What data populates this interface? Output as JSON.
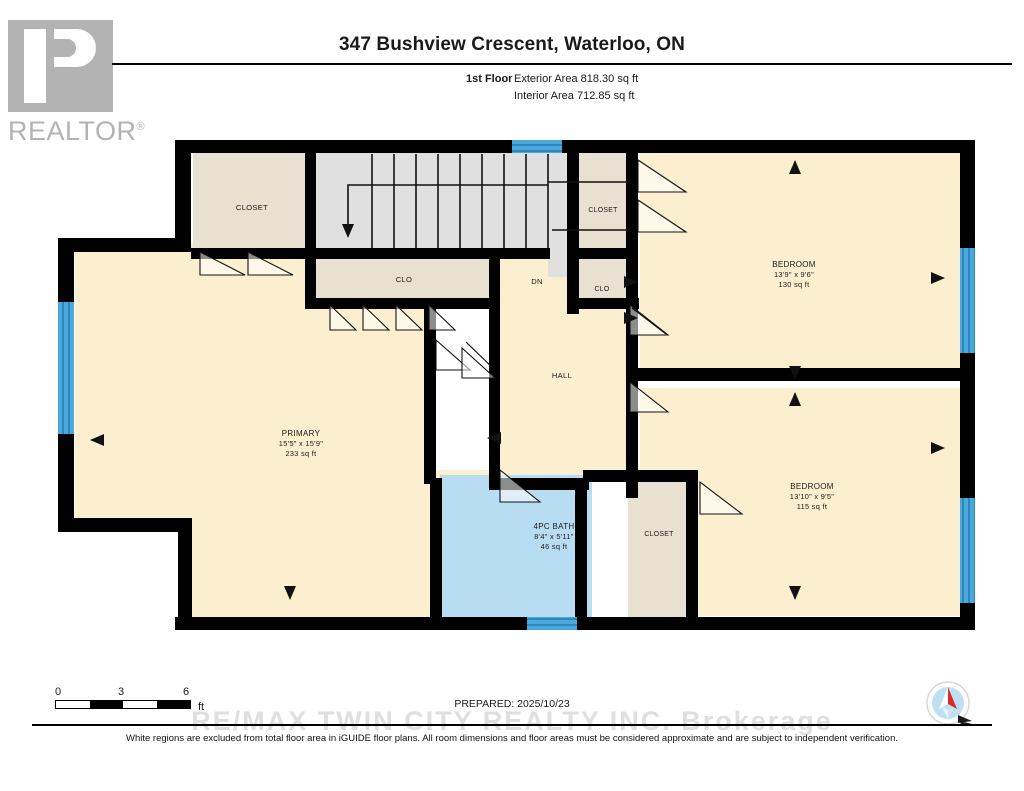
{
  "logo": {
    "wordmark": "REALTOR",
    "registered": "®"
  },
  "header": {
    "title": "347 Bushview Crescent, Waterloo, ON",
    "floor_label": "1st Floor",
    "exterior_area": "Exterior Area 818.30 sq ft",
    "interior_area": "Interior Area 712.85 sq ft"
  },
  "rooms": [
    {
      "name": "CLOSET",
      "dims": "",
      "area": ""
    },
    {
      "name": "CLO",
      "dims": "",
      "area": ""
    },
    {
      "name": "CLOSET",
      "dims": "",
      "area": ""
    },
    {
      "name": "CLO",
      "dims": "",
      "area": ""
    },
    {
      "name": "DN",
      "dims": "",
      "area": ""
    },
    {
      "name": "HALL",
      "dims": "",
      "area": ""
    },
    {
      "name": "PRIMARY",
      "dims": "15'5\" x 15'9\"",
      "area": "233 sq ft"
    },
    {
      "name": "BEDROOM",
      "dims": "13'9\" x 9'6\"",
      "area": "130 sq ft"
    },
    {
      "name": "BEDROOM",
      "dims": "13'10\" x 9'5\"",
      "area": "115 sq ft"
    },
    {
      "name": "4PC BATH",
      "dims": "8'4\" x 5'11\"",
      "area": "46 sq ft"
    },
    {
      "name": "CLOSET",
      "dims": "",
      "area": ""
    }
  ],
  "scale": {
    "tick_0": "0",
    "tick_3": "3",
    "tick_6": "6",
    "unit": "ft"
  },
  "prepared": "PREPARED: 2025/10/23",
  "watermark": "RE/MAX TWIN CITY REALTY INC. Brokerage",
  "footer_note": "White regions are excluded from total floor area in iGUIDE floor plans. All room dimensions and floor areas must be considered approximate and are subject to independent verification.",
  "colors": {
    "wall": "#000000",
    "room_fill": "#fcefcf",
    "closet_fill": "#e8e0d0",
    "bath_fill": "#b8dcf2",
    "stair_fill": "#e0e0e0",
    "window": "#4aa8dd",
    "logo_gray": "#b3b3b3",
    "compass_needle": "#d92b2b",
    "compass_face": "#bfe0f2"
  }
}
